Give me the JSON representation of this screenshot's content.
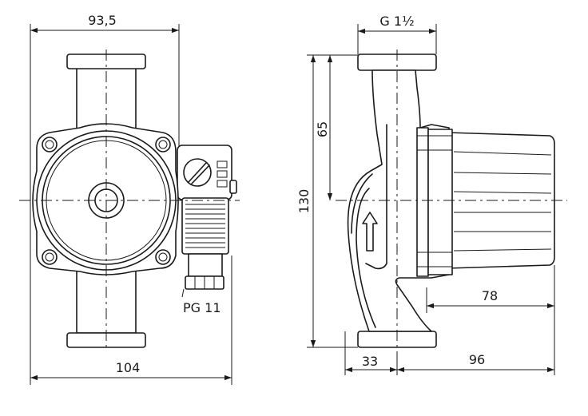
{
  "dimensions": {
    "front_width_top": "93,5",
    "front_width_bottom": "104",
    "cable_gland": "PG 11",
    "thread": "G 1½",
    "half_height": "65",
    "total_height": "130",
    "motor_depth": "78",
    "inlet_offset": "33",
    "total_depth": "96"
  }
}
